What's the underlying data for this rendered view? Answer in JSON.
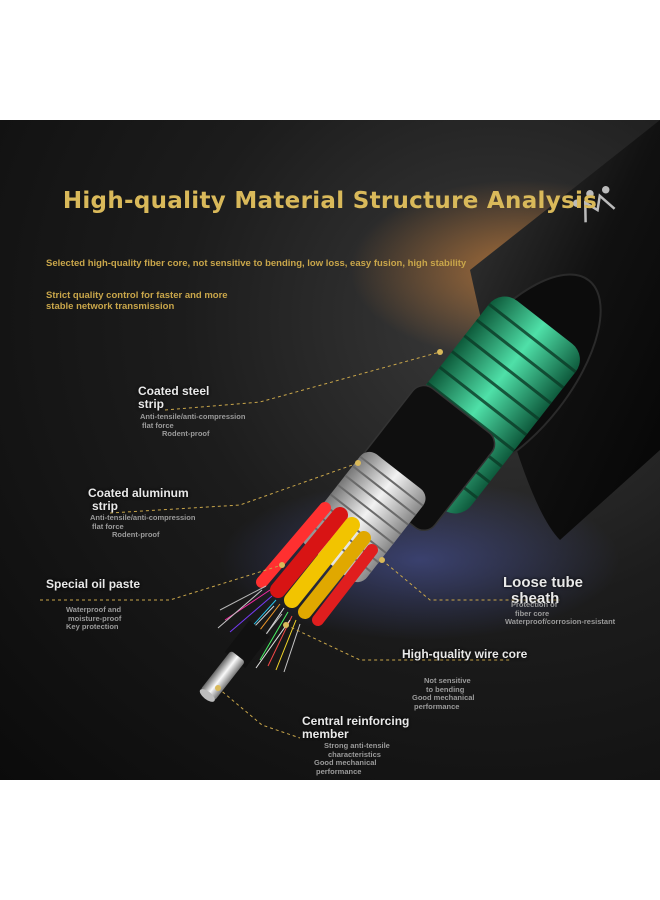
{
  "title": "High-quality Material Structure Analysis",
  "subtitle_1": "Selected high-quality fiber core, not sensitive to bending, low loss, easy fusion, high stability",
  "subtitle_2": "Strict quality control for faster and more stable network transmission",
  "labels": [
    {
      "title_lines": [
        "Coated steel",
        "strip"
      ],
      "desc_lines": [
        "Anti-tensile/anti-compression",
        "flat force",
        "Rodent-proof"
      ]
    },
    {
      "title_lines": [
        "Coated aluminum",
        "strip"
      ],
      "desc_lines": [
        "Anti-tensile/anti-compression",
        "flat force",
        "Rodent-proof"
      ]
    },
    {
      "title_lines": [
        "Special oil paste"
      ],
      "desc_lines": [
        "Waterproof and",
        "moisture-proof",
        "Key protection"
      ]
    },
    {
      "title_lines": [
        "Loose tube",
        "sheath"
      ],
      "desc_lines": [
        "Protection of",
        "fiber core",
        "Waterproof/corrosion-resistant"
      ]
    },
    {
      "title_lines": [
        "High-quality wire core"
      ],
      "desc_lines": [
        "Not sensitive",
        "to bending",
        "Good mechanical",
        "performance"
      ]
    },
    {
      "title_lines": [
        "Central reinforcing",
        "member"
      ],
      "desc_lines": [
        "Strong anti-tensile",
        "characteristics",
        "Good mechanical",
        "performance"
      ]
    }
  ],
  "colors": {
    "accent_gold": "#d9b95a",
    "green_armor": "#2fc48a",
    "background": "#161616"
  },
  "icons": {
    "logo": "crown-logo-icon"
  }
}
